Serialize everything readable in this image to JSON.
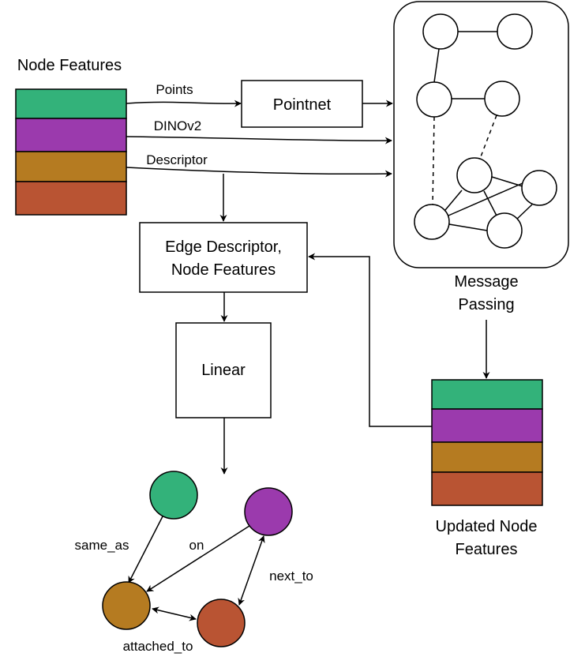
{
  "colors": {
    "green": "#33b27a",
    "purple": "#9b3aad",
    "ochre": "#b57b21",
    "rust": "#b95433",
    "stroke": "#000000",
    "background": "#ffffff"
  },
  "input_features": {
    "title": "Node Features",
    "segments": [
      "green",
      "purple",
      "ochre",
      "rust"
    ]
  },
  "flows": {
    "points": "Points",
    "dinov2": "DINOv2",
    "descriptor": "Descriptor"
  },
  "pointnet": {
    "label": "Pointnet"
  },
  "edge_block": {
    "line1": "Edge Descriptor,",
    "line2": "Node Features"
  },
  "linear": {
    "label": "Linear"
  },
  "message_passing": {
    "line1": "Message",
    "line2": "Passing"
  },
  "updated_features": {
    "line1": "Updated Node",
    "line2": "Features",
    "segments": [
      "green",
      "purple",
      "ochre",
      "rust"
    ]
  },
  "output_graph": {
    "edges": {
      "same_as": "same_as",
      "on": "on",
      "next_to": "next_to",
      "attached_to": "attached_to"
    }
  }
}
